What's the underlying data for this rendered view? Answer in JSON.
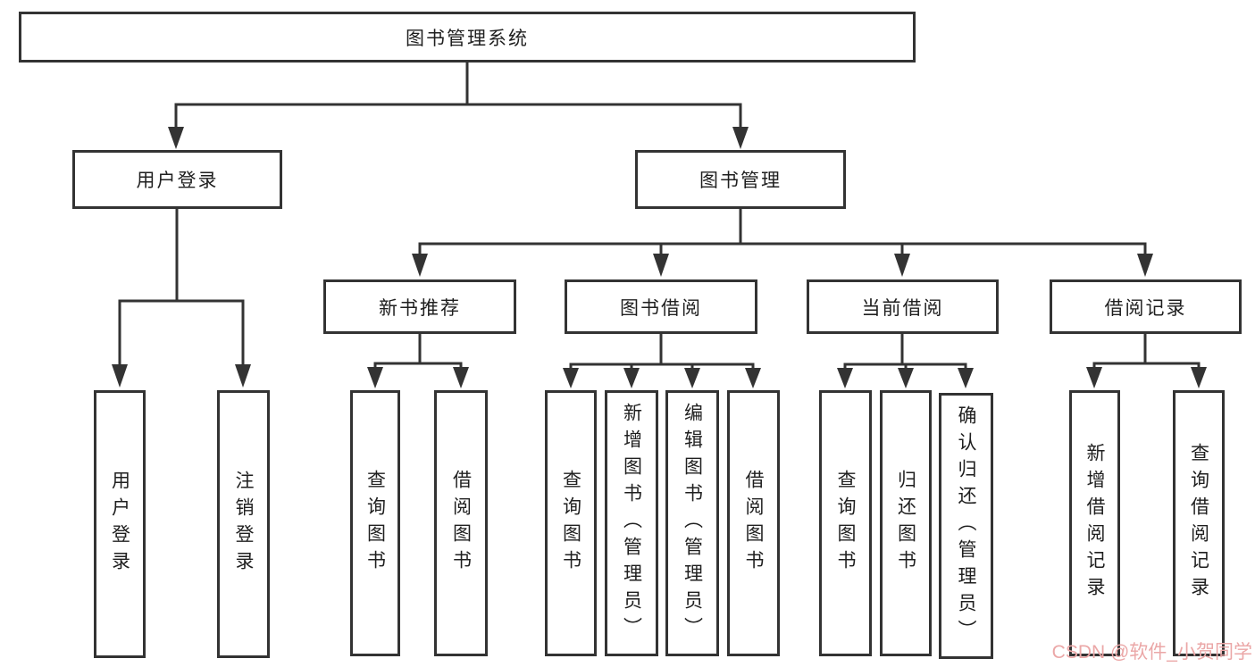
{
  "colors": {
    "line": "#333333",
    "text": "#1f1f1f",
    "box_bg": "#ffffff",
    "page_bg": "#ffffff",
    "watermark": "#eba7a7"
  },
  "diagram": {
    "root": {
      "label": "图书管理系统"
    },
    "branches": [
      {
        "label": "用户登录",
        "children": [
          "用户登录",
          "注销登录"
        ]
      },
      {
        "label": "图书管理",
        "groups": [
          {
            "label": "新书推荐",
            "children": [
              "查询图书",
              "借阅图书"
            ]
          },
          {
            "label": "图书借阅",
            "children": [
              "查询图书",
              "新增图书（管理员）",
              "编辑图书（管理员）",
              "借阅图书"
            ]
          },
          {
            "label": "当前借阅",
            "children": [
              "查询图书",
              "归还图书",
              "确认归还（管理员）"
            ]
          },
          {
            "label": "借阅记录",
            "children": [
              "新增借阅记录",
              "查询借阅记录"
            ]
          }
        ]
      }
    ]
  },
  "watermark": {
    "text": "CSDN @软件_小贺同学"
  }
}
